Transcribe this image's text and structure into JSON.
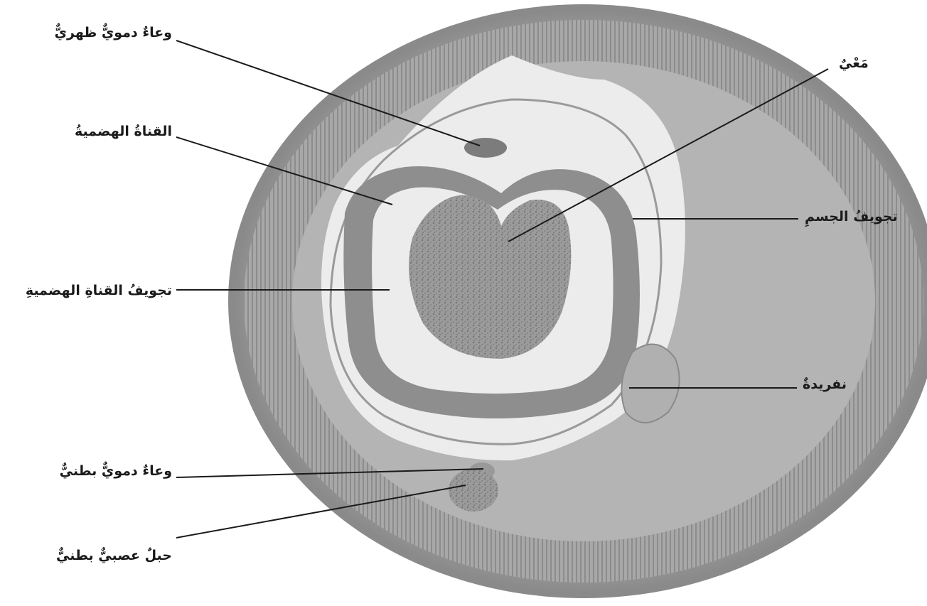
{
  "labels": {
    "dorsal_vessel": "وعاءٌ دمويٌّ ظهريٌّ",
    "digestive_tract": "القناةُ الهضميةُ",
    "tract_lumen": "تجويفُ القناةِ الهضميةِ",
    "ventral_vessel": "وعاءٌ دمويٌّ بطنيٌّ",
    "nerve_cord": "حبلٌ عصبيٌّ بطنيٌّ",
    "typhlosole": "مَعْيٌ",
    "coelom": "تجويفُ الجسمِ",
    "nephridium": "نفريدةٌ"
  },
  "colors": {
    "background": "#ffffff",
    "tissue_dark": "#8f8f8f",
    "tissue_mid": "#a9a9a9",
    "tissue_light": "#c4c4c4",
    "cavity": "#ececec",
    "leader_line": "#1a1a1a",
    "label_text": "#1a1a1a"
  }
}
